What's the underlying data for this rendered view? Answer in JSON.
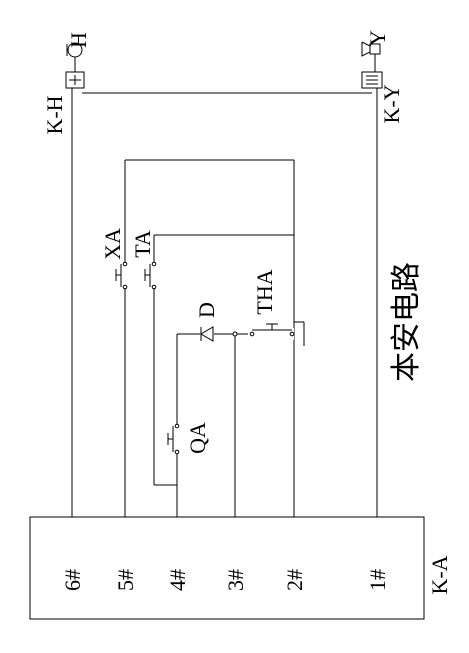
{
  "title": "本安电路",
  "box_label": "K-A",
  "terminals": [
    {
      "label": "6#"
    },
    {
      "label": "5#"
    },
    {
      "label": "4#"
    },
    {
      "label": "3#"
    },
    {
      "label": "2#"
    },
    {
      "label": "1#"
    }
  ],
  "components": {
    "horn_label": "H",
    "horn_relay_label": "K-H",
    "speaker_label": "Y",
    "speaker_relay_label": "K-Y",
    "xa_label": "XA",
    "ta_label": "TA",
    "diode_label": "D",
    "tha_label": "THA",
    "qa_label": "QA"
  }
}
